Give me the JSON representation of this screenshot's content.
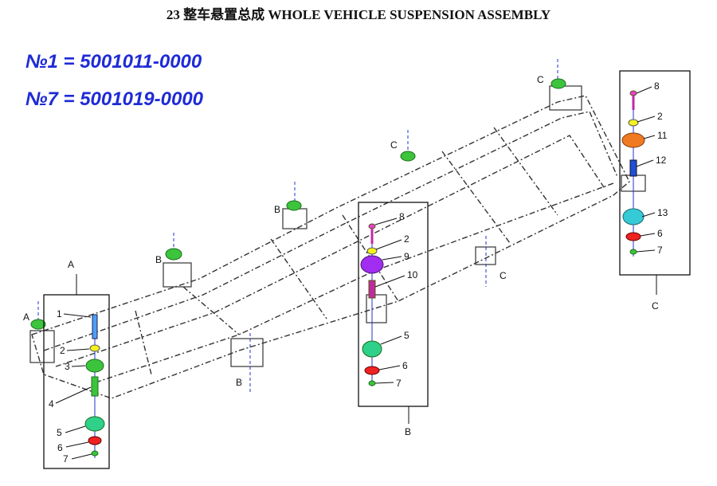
{
  "title": "23 整车悬置总成    WHOLE VEHICLE SUSPENSION ASSEMBLY",
  "notes": {
    "n1": "№1 = 5001011-0000",
    "n7": "№7 = 5001019-0000"
  },
  "labels": {
    "A": "A",
    "B": "B",
    "C": "C",
    "p1": "1",
    "p2": "2",
    "p3": "3",
    "p4": "4",
    "p5": "5",
    "p6": "6",
    "p7": "7",
    "p8": "8",
    "p9": "9",
    "p10": "10",
    "p11": "11",
    "p12": "12",
    "p13": "13"
  },
  "colors": {
    "blue_text": "#1f2bd6",
    "green": "#3cc43c",
    "yellow": "#f4f21e",
    "purple": "#a02df0",
    "orange": "#f07a22",
    "teal": "#2fd08a",
    "cyan": "#36c9d6",
    "red": "#ee2222",
    "magenta": "#e83fd0",
    "axis": "#2233cc"
  }
}
